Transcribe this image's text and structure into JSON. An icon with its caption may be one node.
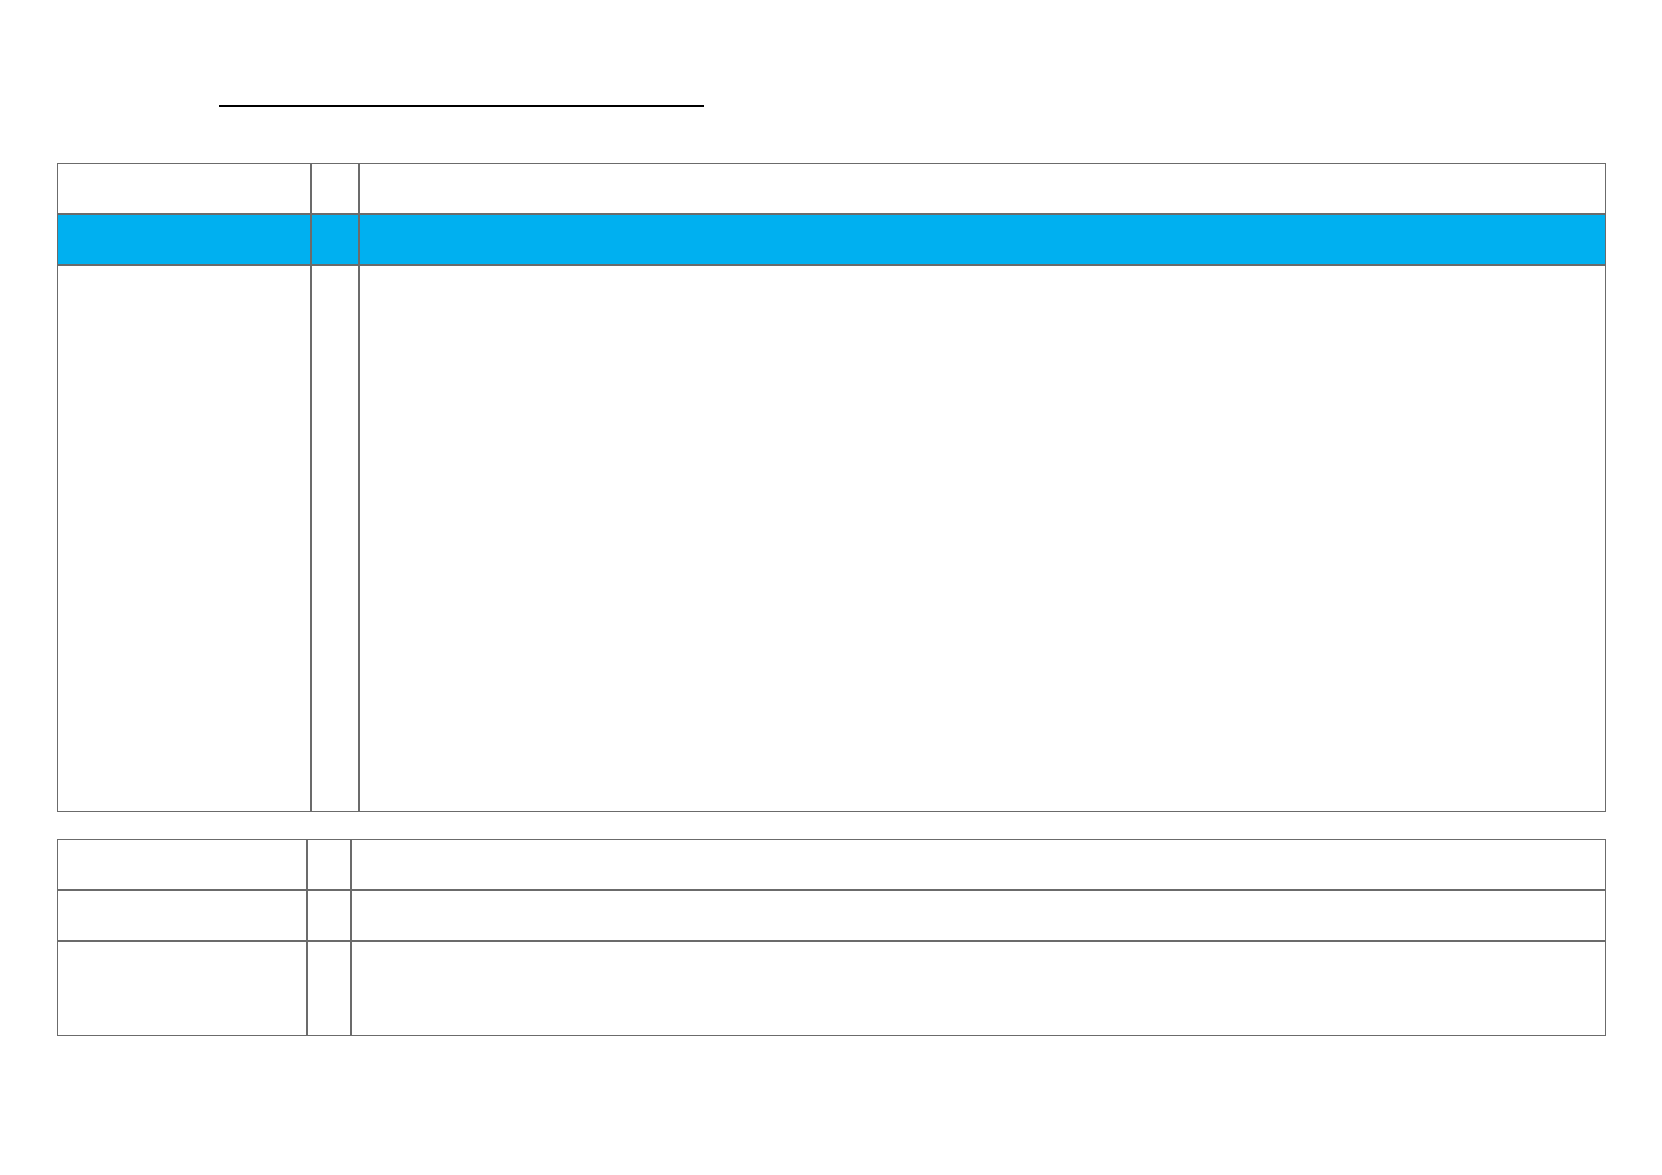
{
  "diagram": {
    "nodes": [
      {
        "text": [],
        "shape": "box"
      },
      {
        "text": [],
        "shape": "box",
        "in": 0
      },
      {
        "text": [],
        "shape": "box",
        "in": 0
      },
      {
        "text": [],
        "shape": "box",
        "in": 0
      },
      {
        "text": [],
        "shape": "box",
        "in": 0
      },
      {
        "text": [],
        "shape": "box",
        "in": 0
      },
      {
        "text": [],
        "shape": "box",
        "in": 0
      },
      {
        "text": [],
        "shape": "box",
        "in": 0
      },
      {
        "text": [],
        "shape": "box",
        "in": 0
      },
      {
        "text": [],
        "shape": "box",
        "in": 0
      },
      {
        "text": [],
        "shape": "box"
      },
      {
        "text": [],
        "shape": "box",
        "in": 10
      },
      {
        "text": [],
        "shape": "box",
        "in": 10
      },
      {
        "text": [],
        "shape": "box",
        "in": 10
      },
      {
        "text": [],
        "shape": "box",
        "in": 10
      },
      {
        "text": [],
        "shape": "box",
        "in": 10
      },
      {
        "text": [],
        "shape": "box",
        "in": 10
      },
      {
        "text": [],
        "shape": "box",
        "in": 10
      },
      {
        "text": [],
        "shape": "box",
        "in": 10
      },
      {
        "text": [],
        "shape": "box",
        "in": 10
      }
    ]
  }
}
